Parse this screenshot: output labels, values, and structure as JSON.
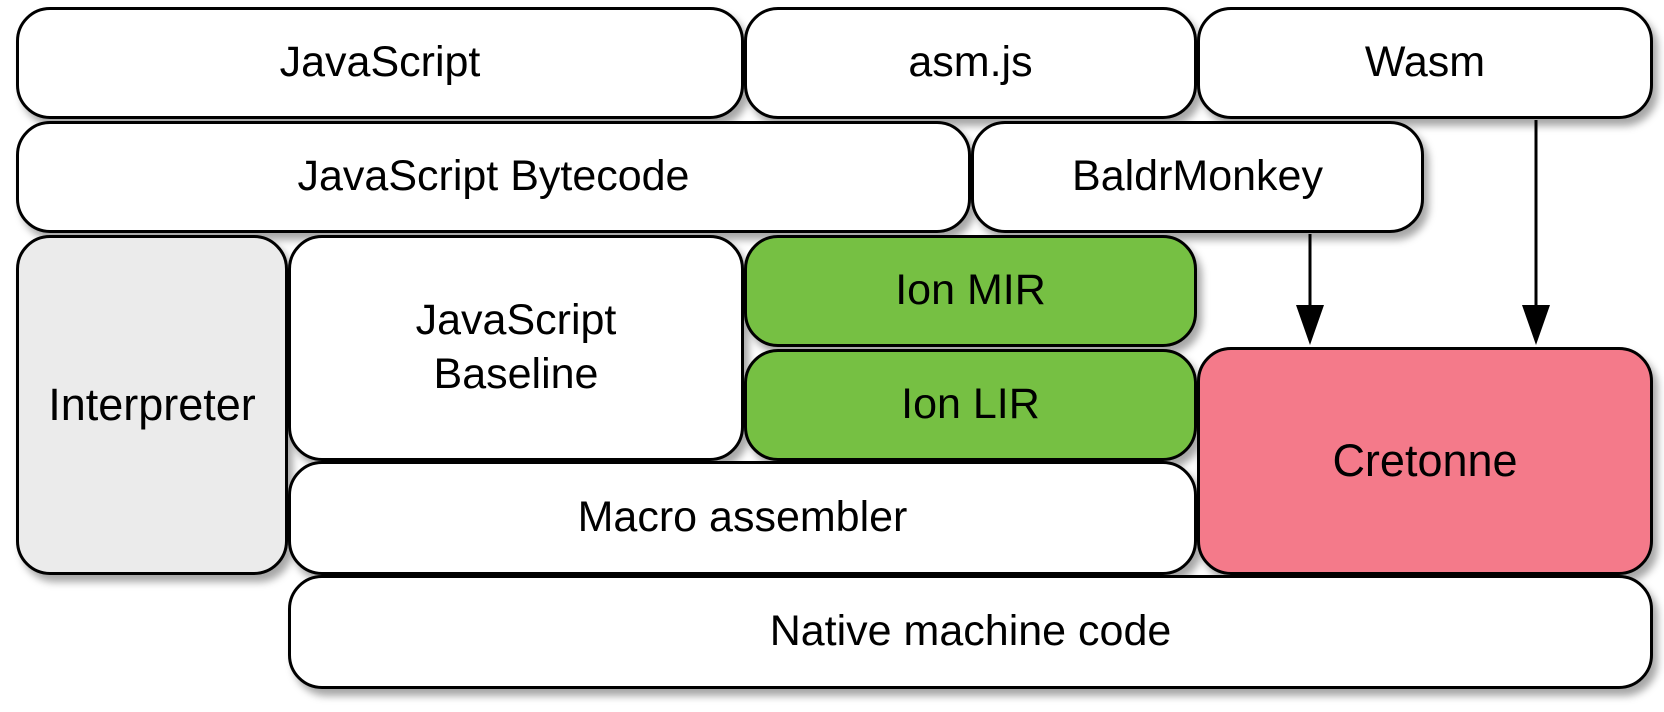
{
  "blocks": {
    "javascript": "JavaScript",
    "asmjs": "asm.js",
    "wasm": "Wasm",
    "bytecode": "JavaScript Bytecode",
    "baldrmonkey": "BaldrMonkey",
    "interpreter": "Interpreter",
    "baseline": "JavaScript\nBaseline",
    "ion_mir": "Ion MIR",
    "ion_lir": "Ion LIR",
    "macro_assembler": "Macro assembler",
    "cretonne": "Cretonne",
    "native": "Native machine code"
  },
  "colors": {
    "white": "#ffffff",
    "interpreter_gray": "#ebebeb",
    "ion_green": "#76c043",
    "cretonne_pink": "#f47a8a",
    "border": "#000000"
  },
  "arrows": [
    {
      "from": "baldrmonkey",
      "to": "cretonne"
    },
    {
      "from": "wasm",
      "to": "cretonne"
    }
  ]
}
